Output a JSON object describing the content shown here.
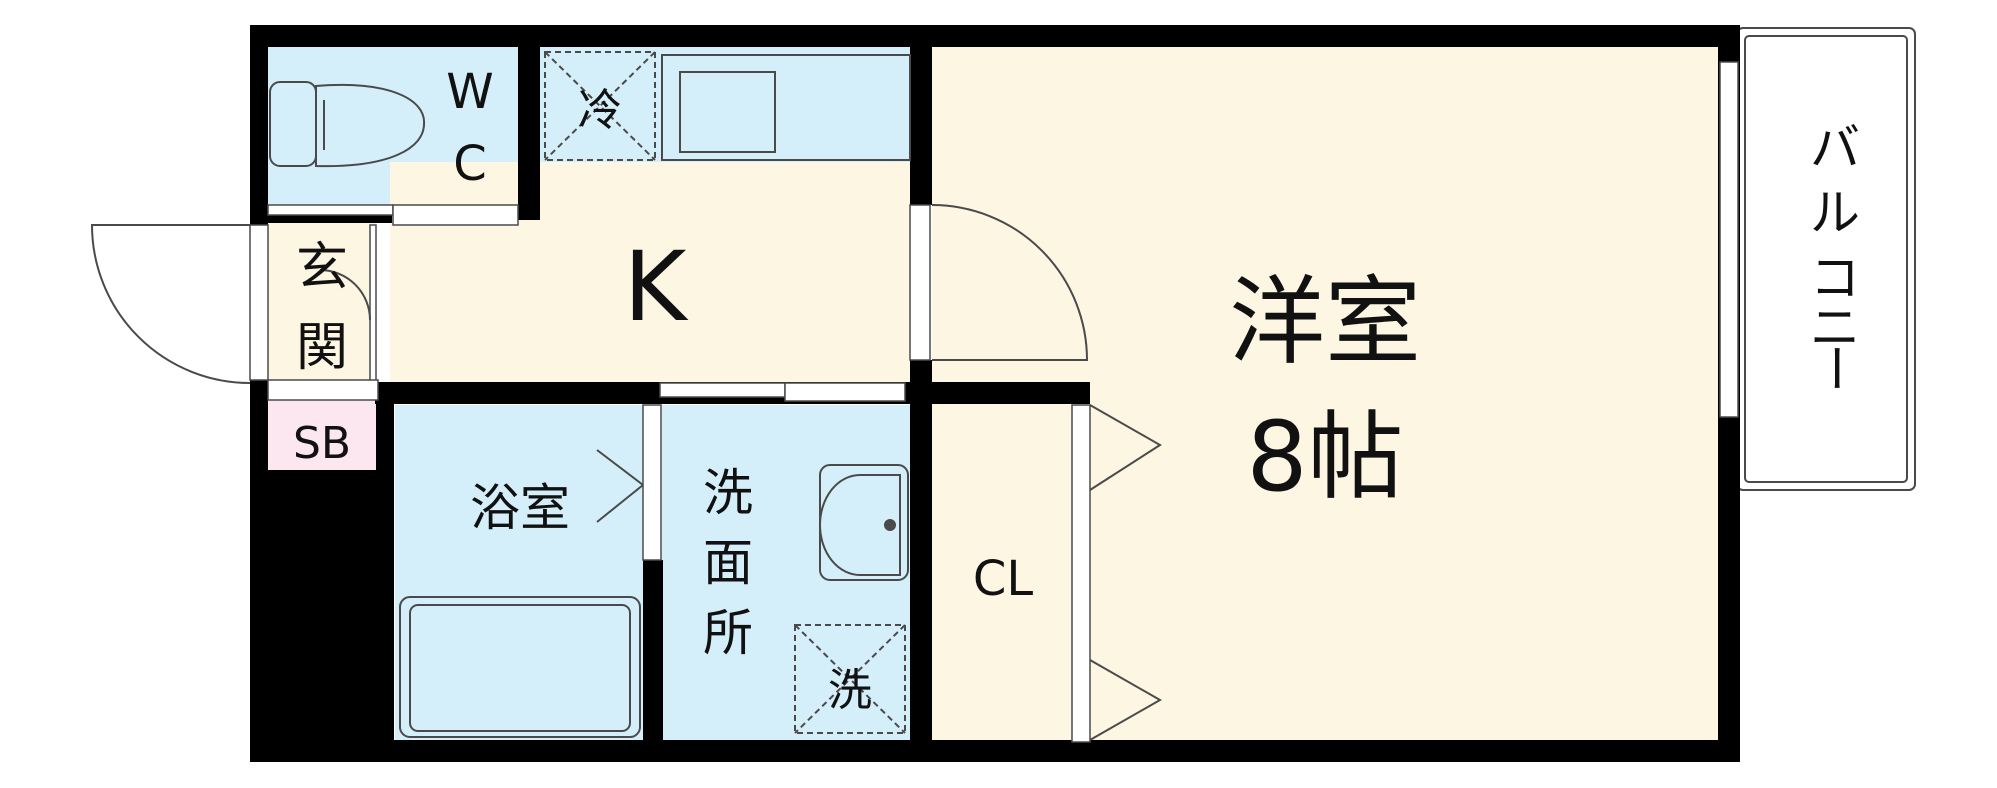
{
  "rooms": {
    "wc": {
      "line1": "W",
      "line2": "C"
    },
    "fridge": "冷",
    "kitchen": "K",
    "entrance": {
      "line1": "玄",
      "line2": "関"
    },
    "shoe_box": "SB",
    "bathroom": "浴室",
    "washroom": {
      "line1": "洗",
      "line2": "面",
      "line3": "所"
    },
    "washer": "洗",
    "closet": "CL",
    "western_room": {
      "name": "洋室",
      "size": "8帖"
    },
    "balcony": {
      "c1": "バ",
      "c2": "ル",
      "c3": "コ",
      "c4": "ニ",
      "c5": "ー"
    }
  },
  "colors": {
    "wall": "#000000",
    "wet_area": "#d4effa",
    "living": "#fdf6e3",
    "closet": "#fce6ef",
    "outline": "#4a4a4a"
  }
}
